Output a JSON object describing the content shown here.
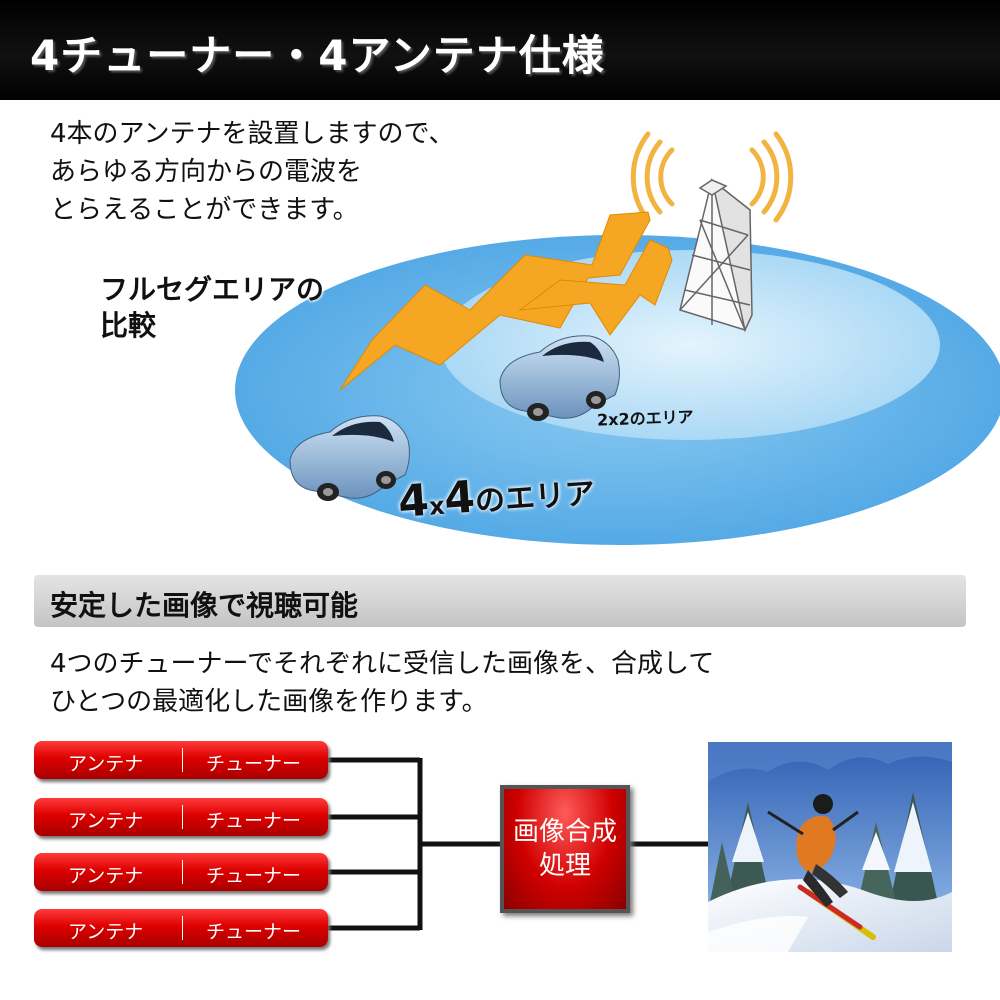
{
  "header": {
    "title": "4チューナー・4アンテナ仕様"
  },
  "intro": {
    "lines": [
      "4本のアンテナを設置しますので、",
      "あらゆる方向からの電波を",
      "とらえることができます。"
    ]
  },
  "area": {
    "title_lines": [
      "フルセグエリアの",
      "比較"
    ],
    "small_label": "2x2のエリア",
    "big_label": {
      "n1": "4",
      "x": "x",
      "n2": "4",
      "suffix": "のエリア"
    }
  },
  "section": {
    "title": "安定した画像で視聴可能"
  },
  "description": {
    "lines": [
      "4つのチューナーでそれぞれに受信した画像を、合成して",
      "ひとつの最適化した画像を作ります。"
    ]
  },
  "pipeline": {
    "inputs": [
      {
        "antenna": "アンテナ",
        "tuner": "チューナー"
      },
      {
        "antenna": "アンテナ",
        "tuner": "チューナー"
      },
      {
        "antenna": "アンテナ",
        "tuner": "チューナー"
      },
      {
        "antenna": "アンテナ",
        "tuner": "チューナー"
      }
    ],
    "processor_lines": [
      "画像合成",
      "処理"
    ]
  },
  "colors": {
    "outer_area": "#5aaee8",
    "inner_area": "#b9e0f7",
    "lightning": "#f5a623",
    "pill_red": "#dd0000"
  }
}
